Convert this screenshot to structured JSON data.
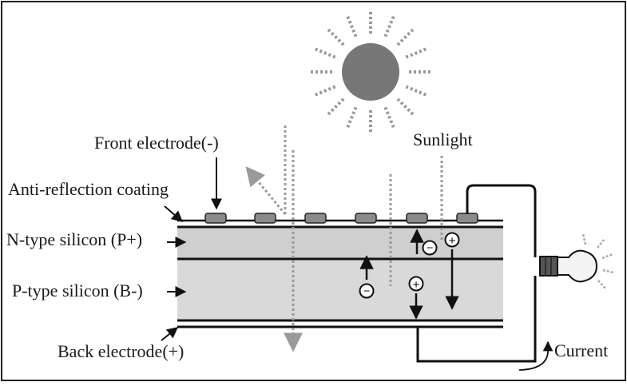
{
  "labels": {
    "front_electrode": "Front electrode(-)",
    "sunlight": "Sunlight",
    "anti_reflection": "Anti-reflection coating",
    "n_type": "N-type silicon (P+)",
    "p_type": "P-type silicon (B-)",
    "back_electrode": "Back electrode(+)",
    "current": "Current"
  },
  "symbols": {
    "electron": "−",
    "hole": "+"
  },
  "icons": [
    "sun-icon",
    "light-bulb-icon"
  ],
  "colors": {
    "background": "#ffffff",
    "frame": "#222222",
    "sun": "#777777",
    "ray": "#999999",
    "n_layer": "#cfcfcf",
    "p_layer": "#d8d8d8",
    "electrode_pad": "#8a8a8a",
    "wire": "#111111"
  }
}
